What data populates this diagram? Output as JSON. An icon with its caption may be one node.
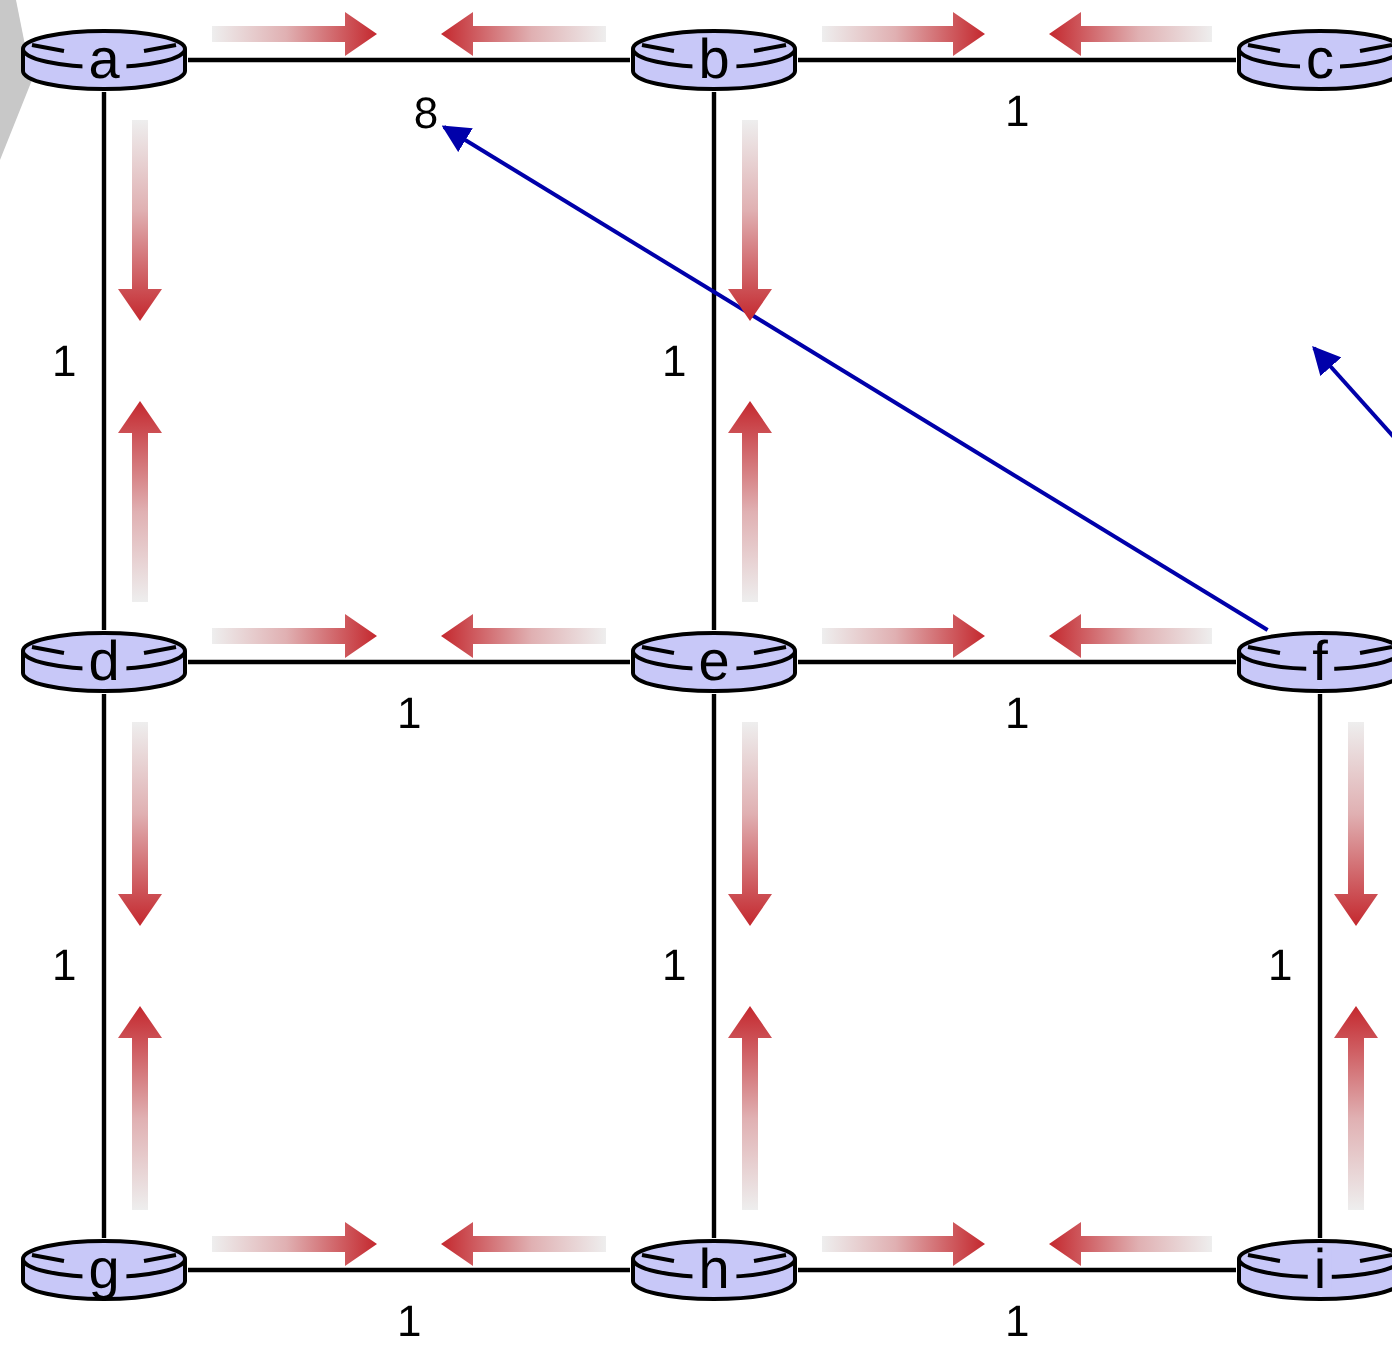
{
  "diagram": {
    "nodes": [
      {
        "text": [
          "a"
        ]
      },
      {
        "text": [
          "b"
        ]
      },
      {
        "text": [
          "c"
        ]
      },
      {
        "text": [
          "d"
        ]
      },
      {
        "text": [
          "e"
        ]
      },
      {
        "text": [
          "f"
        ]
      },
      {
        "text": [
          "g"
        ]
      },
      {
        "text": [
          "h"
        ]
      },
      {
        "text": [
          "i"
        ]
      },
      {
        "text": [
          "8"
        ]
      }
    ],
    "edges": [
      {
        "from": 0,
        "to": 1,
        "arrow": "none"
      },
      {
        "from": 1,
        "to": 2,
        "arrow": "none",
        "label": "1"
      },
      {
        "from": 0,
        "to": 3,
        "arrow": "none",
        "label": "1"
      },
      {
        "from": 1,
        "to": 4,
        "arrow": "none",
        "label": "1"
      },
      {
        "from": 3,
        "to": 4,
        "arrow": "none",
        "label": "1"
      },
      {
        "from": 4,
        "to": 5,
        "arrow": "none",
        "label": "1"
      },
      {
        "from": 3,
        "to": 6,
        "arrow": "none",
        "label": "1"
      },
      {
        "from": 4,
        "to": 7,
        "arrow": "none",
        "label": "1"
      },
      {
        "from": 5,
        "to": 8,
        "arrow": "none",
        "label": "1"
      },
      {
        "from": 6,
        "to": 7,
        "arrow": "none",
        "label": "1"
      },
      {
        "from": 7,
        "to": 8,
        "arrow": "none",
        "label": "1"
      },
      {
        "from": 5,
        "to": 9,
        "arrow": "to",
        "color": "#0000aa"
      }
    ]
  }
}
